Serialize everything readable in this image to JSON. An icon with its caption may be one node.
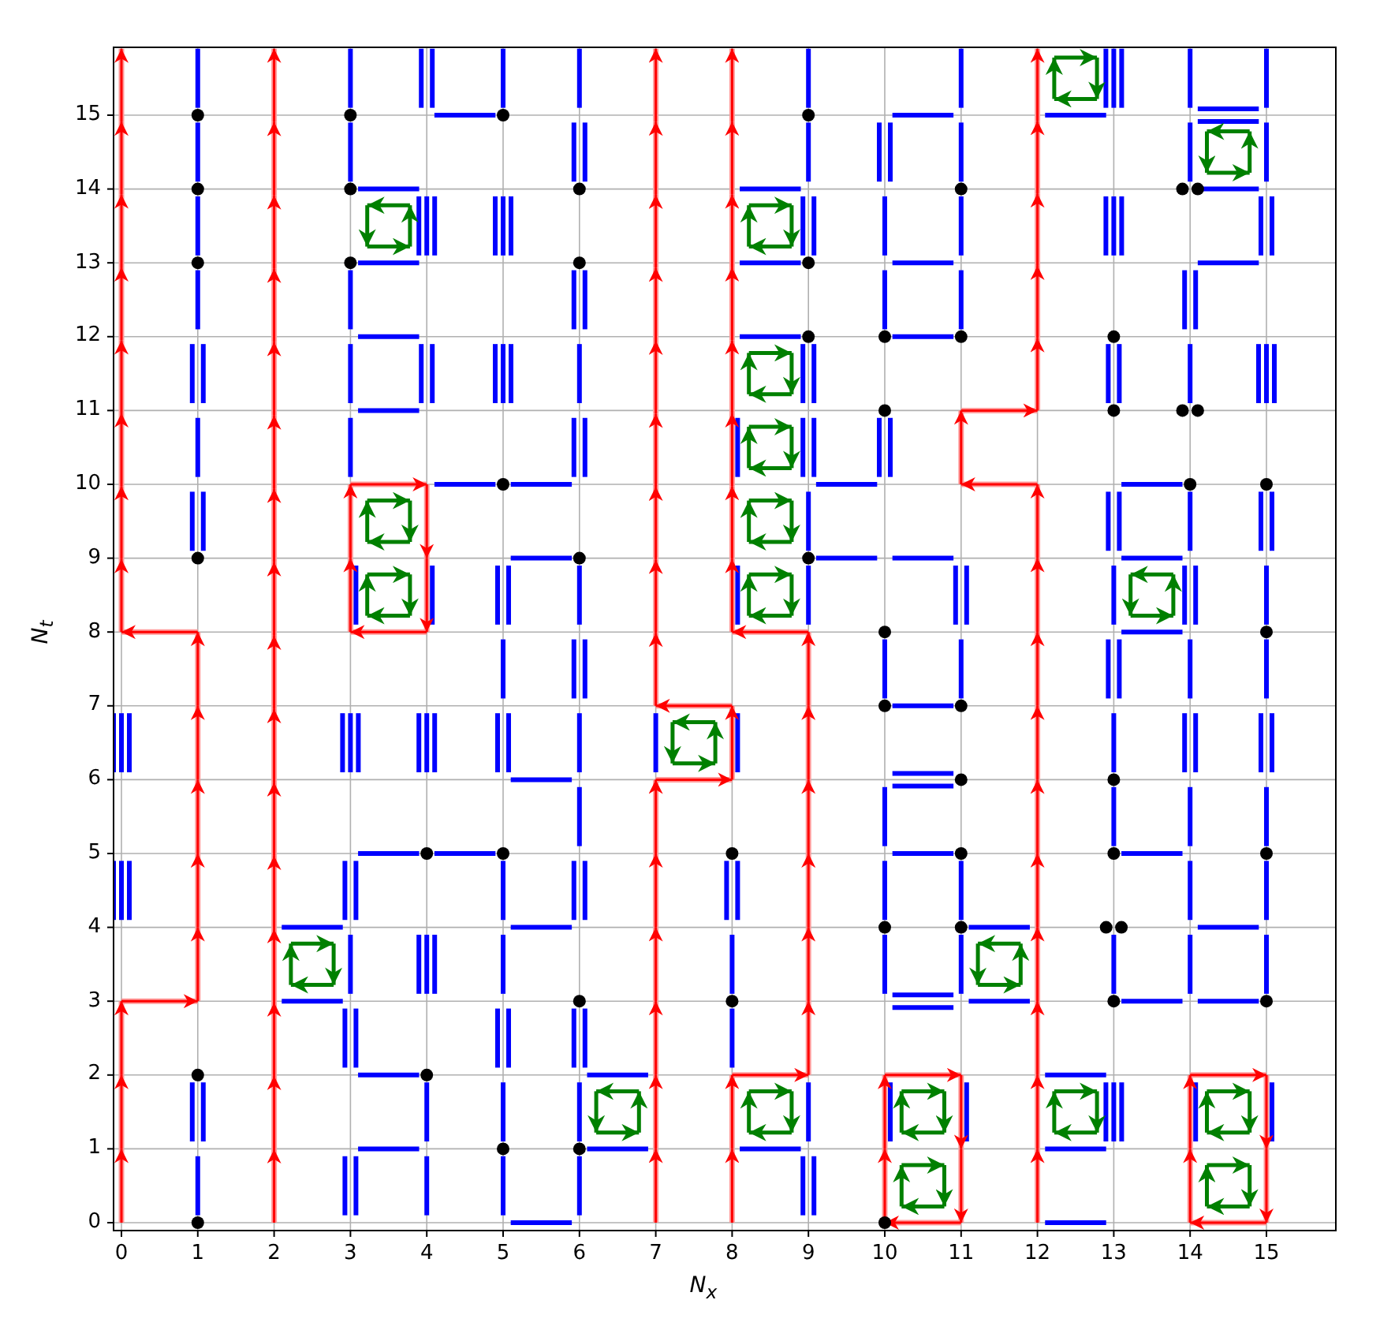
{
  "diagram": {
    "labels": [
      "15",
      "14",
      "13",
      "12",
      "11",
      "10",
      "9",
      "8",
      "7",
      "6",
      "5",
      "4",
      "3",
      "2",
      "1",
      "0",
      "0",
      "1",
      "2",
      "3",
      "4",
      "5",
      "6",
      "7",
      "8",
      "9",
      "10",
      "11",
      "12",
      "13",
      "14",
      "15",
      "N$_{x}$",
      "N$_{t}$"
    ]
  }
}
